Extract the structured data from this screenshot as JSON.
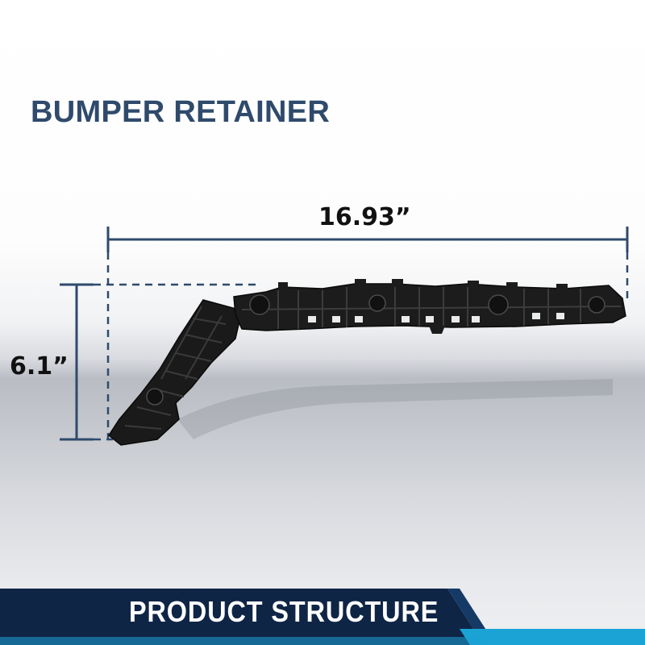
{
  "heading": {
    "title": "BUMPER RETAINER"
  },
  "dimensions": {
    "width_label": "16.93”",
    "height_label": "6.1”"
  },
  "footer": {
    "label": "PRODUCT STRUCTURE"
  },
  "colors": {
    "title": "#2f4a6b",
    "dimension_line": "#2f4a6b",
    "footer_band": "#0f2546",
    "footer_accent": "#1ba3d6",
    "part": "#1a1a1a"
  },
  "icons": {
    "product": "bumper-retainer-bracket"
  }
}
